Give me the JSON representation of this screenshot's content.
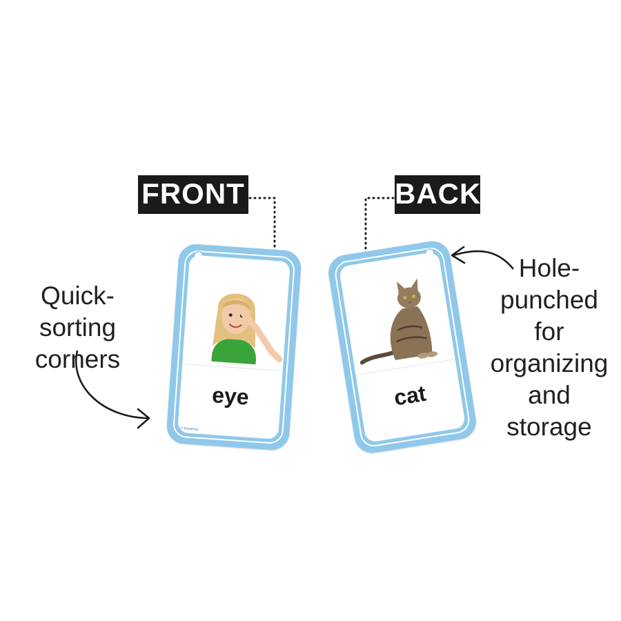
{
  "labels": {
    "front": "FRONT",
    "back": "BACK"
  },
  "callouts": {
    "left": [
      "Quick-sorting",
      "corners"
    ],
    "right": [
      "Hole-",
      "punched for",
      "organizing",
      "and storage"
    ]
  },
  "cards": [
    {
      "word": "eye",
      "picture": "girl-pointing-at-eye",
      "brand": "© Edupress"
    },
    {
      "word": "cat",
      "picture": "tabby-cat-sitting"
    }
  ],
  "colors": {
    "card_border": "#8fc8ea",
    "tag_background": "#1a1a1a",
    "text": "#231f20"
  }
}
